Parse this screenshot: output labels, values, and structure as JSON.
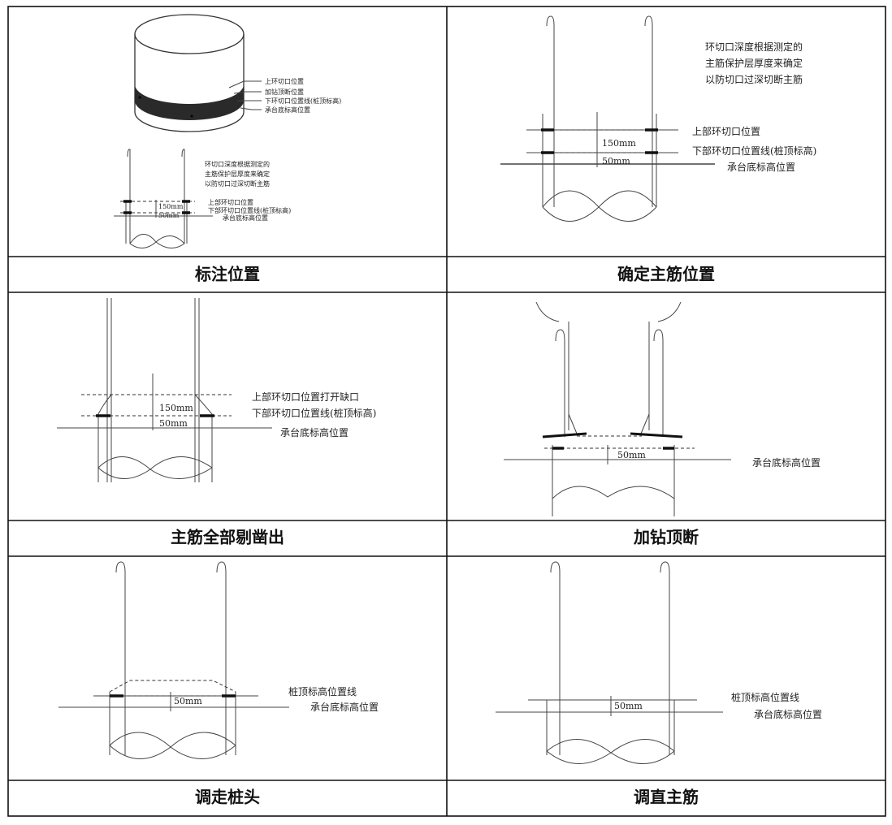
{
  "panels": [
    {
      "caption": "标注位置",
      "cylinder_labels": [
        "上环切口位置",
        "加钻顶断位置",
        "下环切口位置线(桩顶标高)",
        "承台底标高位置"
      ],
      "note_lines": [
        "环切口深度根据测定的",
        "主筋保护层厚度来确定",
        "以防切口过深切断主筋"
      ],
      "labels": [
        "上部环切口位置",
        "下部环切口位置线(桩顶标高)",
        "承台底标高位置"
      ],
      "dims": [
        "150mm",
        "50mm"
      ]
    },
    {
      "caption": "确定主筋位置",
      "note_lines": [
        "环切口深度根据测定的",
        "主筋保护层厚度来确定",
        "以防切口过深切断主筋"
      ],
      "labels": [
        "上部环切口位置",
        "下部环切口位置线(桩顶标高)",
        "承台底标高位置"
      ],
      "dims": [
        "150mm",
        "50mm"
      ]
    },
    {
      "caption": "主筋全部剔凿出",
      "labels": [
        "上部环切口位置打开缺口",
        "下部环切口位置线(桩顶标高)",
        "承台底标高位置"
      ],
      "dims": [
        "150mm",
        "50mm"
      ]
    },
    {
      "caption": "加钻顶断",
      "labels": [
        "承台底标高位置"
      ],
      "dims": [
        "50mm"
      ]
    },
    {
      "caption": "调走桩头",
      "labels": [
        "桩顶标高位置线",
        "承台底标高位置"
      ],
      "dims": [
        "50mm"
      ]
    },
    {
      "caption": "调直主筋",
      "labels": [
        "桩顶标高位置线",
        "承台底标高位置"
      ],
      "dims": [
        "50mm"
      ]
    }
  ]
}
